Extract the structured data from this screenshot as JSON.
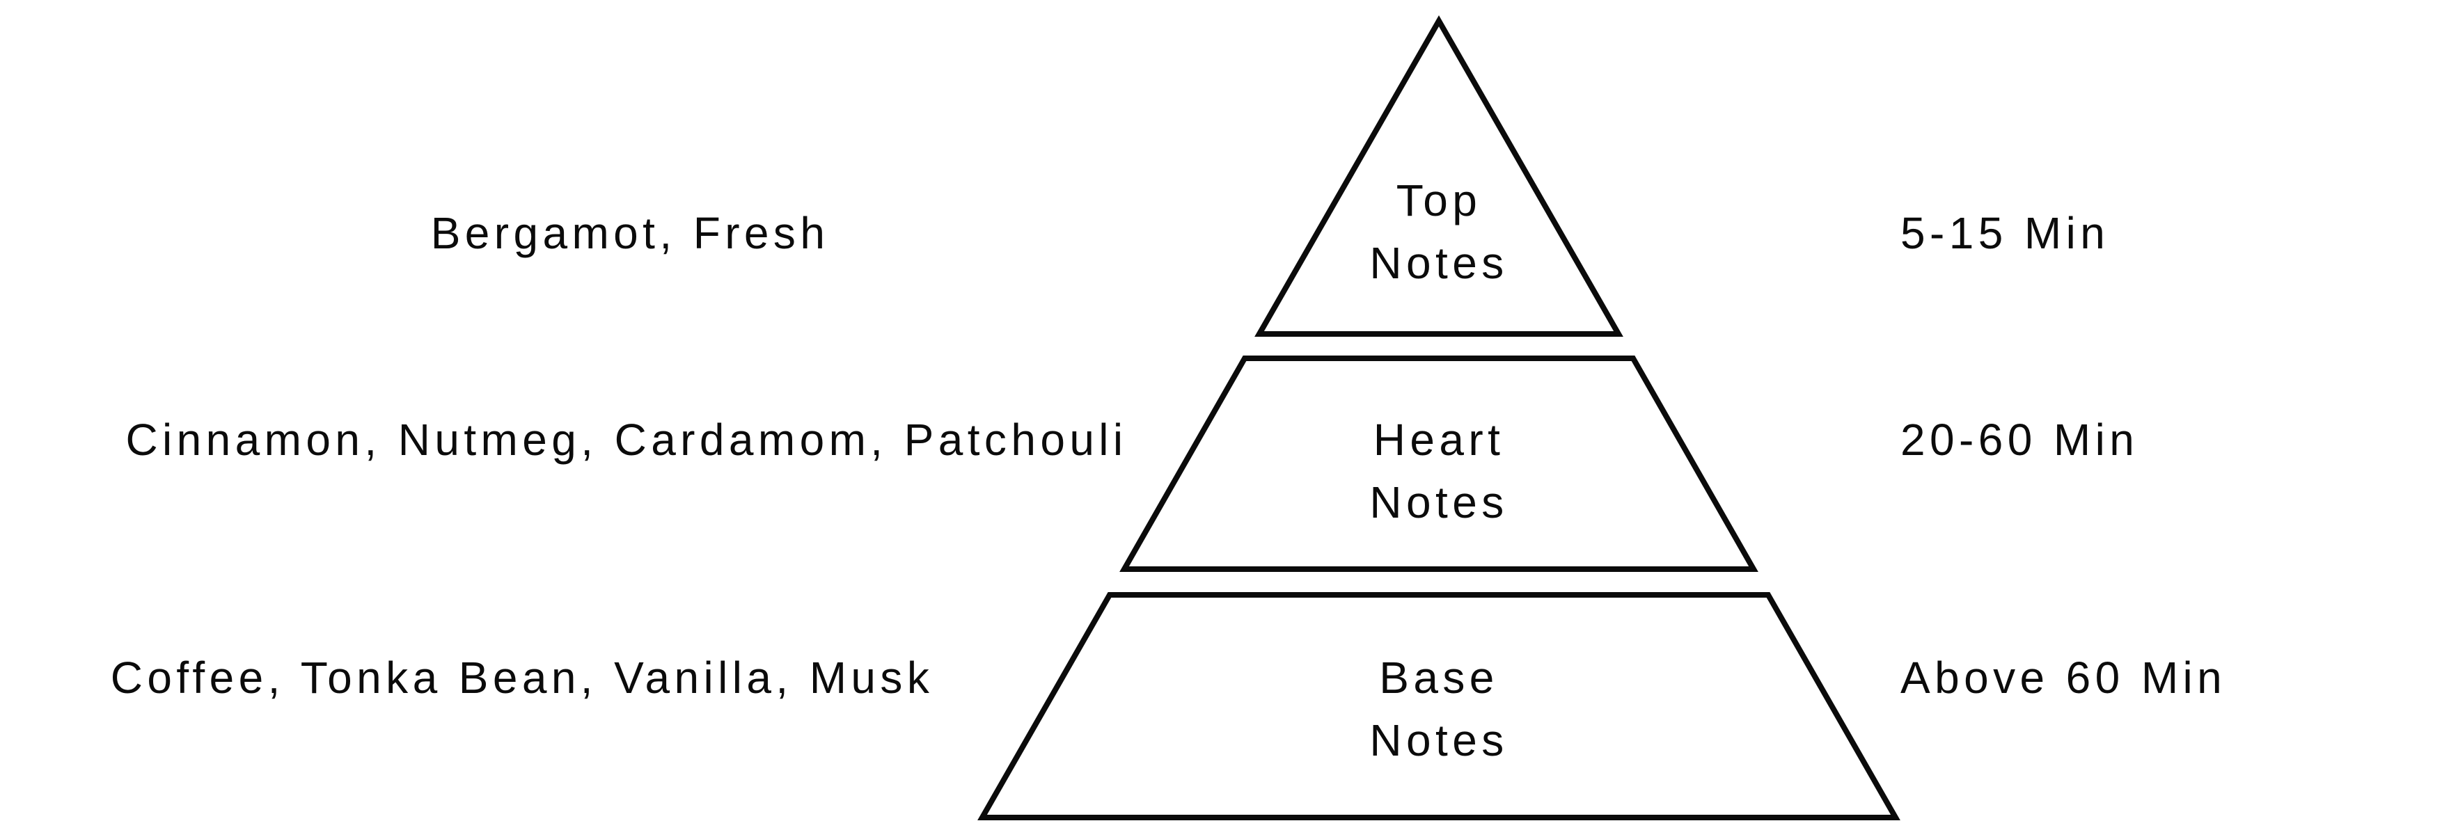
{
  "diagram": {
    "tiers": [
      {
        "label": "Top\nNotes",
        "ingredients": "Bergamot, Fresh",
        "duration": "5-15 Min"
      },
      {
        "label": "Heart\nNotes",
        "ingredients": "Cinnamon, Nutmeg, Cardamom, Patchouli",
        "duration": "20-60 Min"
      },
      {
        "label": "Base\nNotes",
        "ingredients": "Coffee, Tonka Bean, Vanilla, Musk",
        "duration": "Above 60 Min"
      }
    ],
    "colors": {
      "stroke": "#0b0b0b",
      "background": "#ffffff",
      "text": "#0b0b0b"
    }
  }
}
